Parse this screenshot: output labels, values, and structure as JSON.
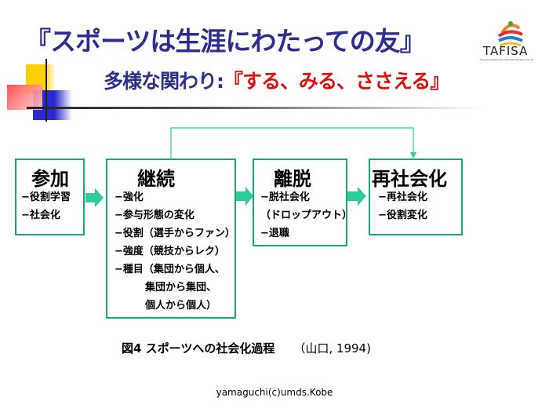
{
  "title": "『スポーツは生涯にわたっての友』",
  "subtitle": {
    "prefix": "多様な関わり:",
    "highlight": "『する、みる、ささえる』"
  },
  "logo": {
    "text": "TAFISA",
    "tagline": "The Association For International Sport for All"
  },
  "boxes": [
    {
      "head": "参加",
      "items": [
        "−役割学習",
        "−社会化"
      ]
    },
    {
      "head": "継続",
      "items": [
        "−強化",
        "−参与形態の変化",
        "−役割（選手からファン）",
        "−強度（競技からレク）",
        "−種目（集団から個人、",
        "　　　集団から集団、",
        "　　　個人から個人）"
      ]
    },
    {
      "head": "離脱",
      "items": [
        "−脱社会化",
        "（ドロップアウト）",
        "−退職"
      ]
    },
    {
      "head": "再社会化",
      "items": [
        "−再社会化",
        "−役割変化"
      ]
    }
  ],
  "caption": {
    "label": "図4  スポーツへの社会化過程",
    "cite": "（山口, 1994)"
  },
  "footer": "yamaguchi(c)umds.Kobe",
  "colors": {
    "title": "#2e2e8e",
    "highlight": "#e01010",
    "box_border": "#1aa87a",
    "arrow": "#2ecc9a"
  }
}
